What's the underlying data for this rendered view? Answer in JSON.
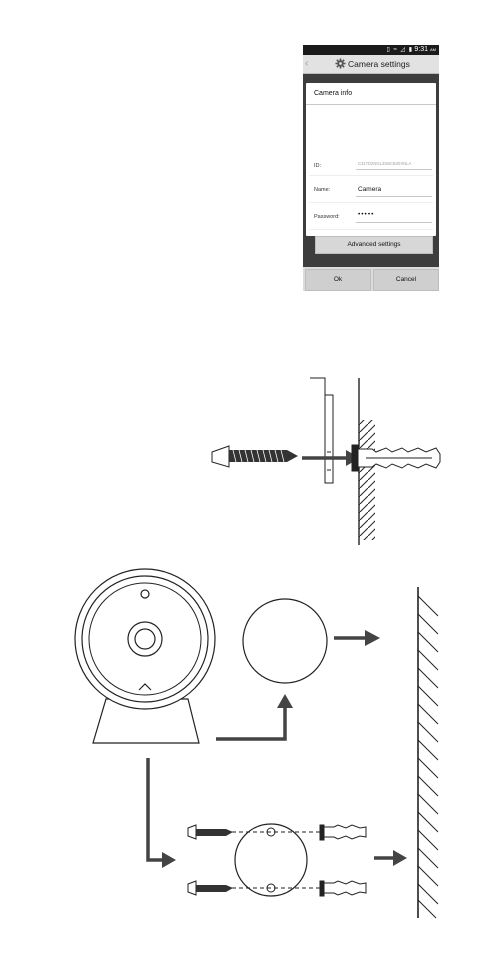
{
  "phone": {
    "status": {
      "icons": "▯ ≈ ◿ ▮",
      "time": "9:31",
      "ampm": "AM"
    },
    "title": "Camera settings",
    "back_icon": "‹",
    "dialog": {
      "heading": "Camera info",
      "id_label": "ID:",
      "id_value": "C317D2NGL3SBCB40XNLA",
      "name_label": "Name:",
      "name_value": "Camera",
      "password_label": "Password:",
      "password_value": "•••••",
      "advanced_button": "Advanced settings"
    },
    "ok_button": "Ok",
    "cancel_button": "Cancel"
  },
  "icons": [
    "gear-icon",
    "screw-icon",
    "wall-anchor-icon",
    "camera-icon",
    "mount-plate-icon",
    "arrow-icon"
  ]
}
